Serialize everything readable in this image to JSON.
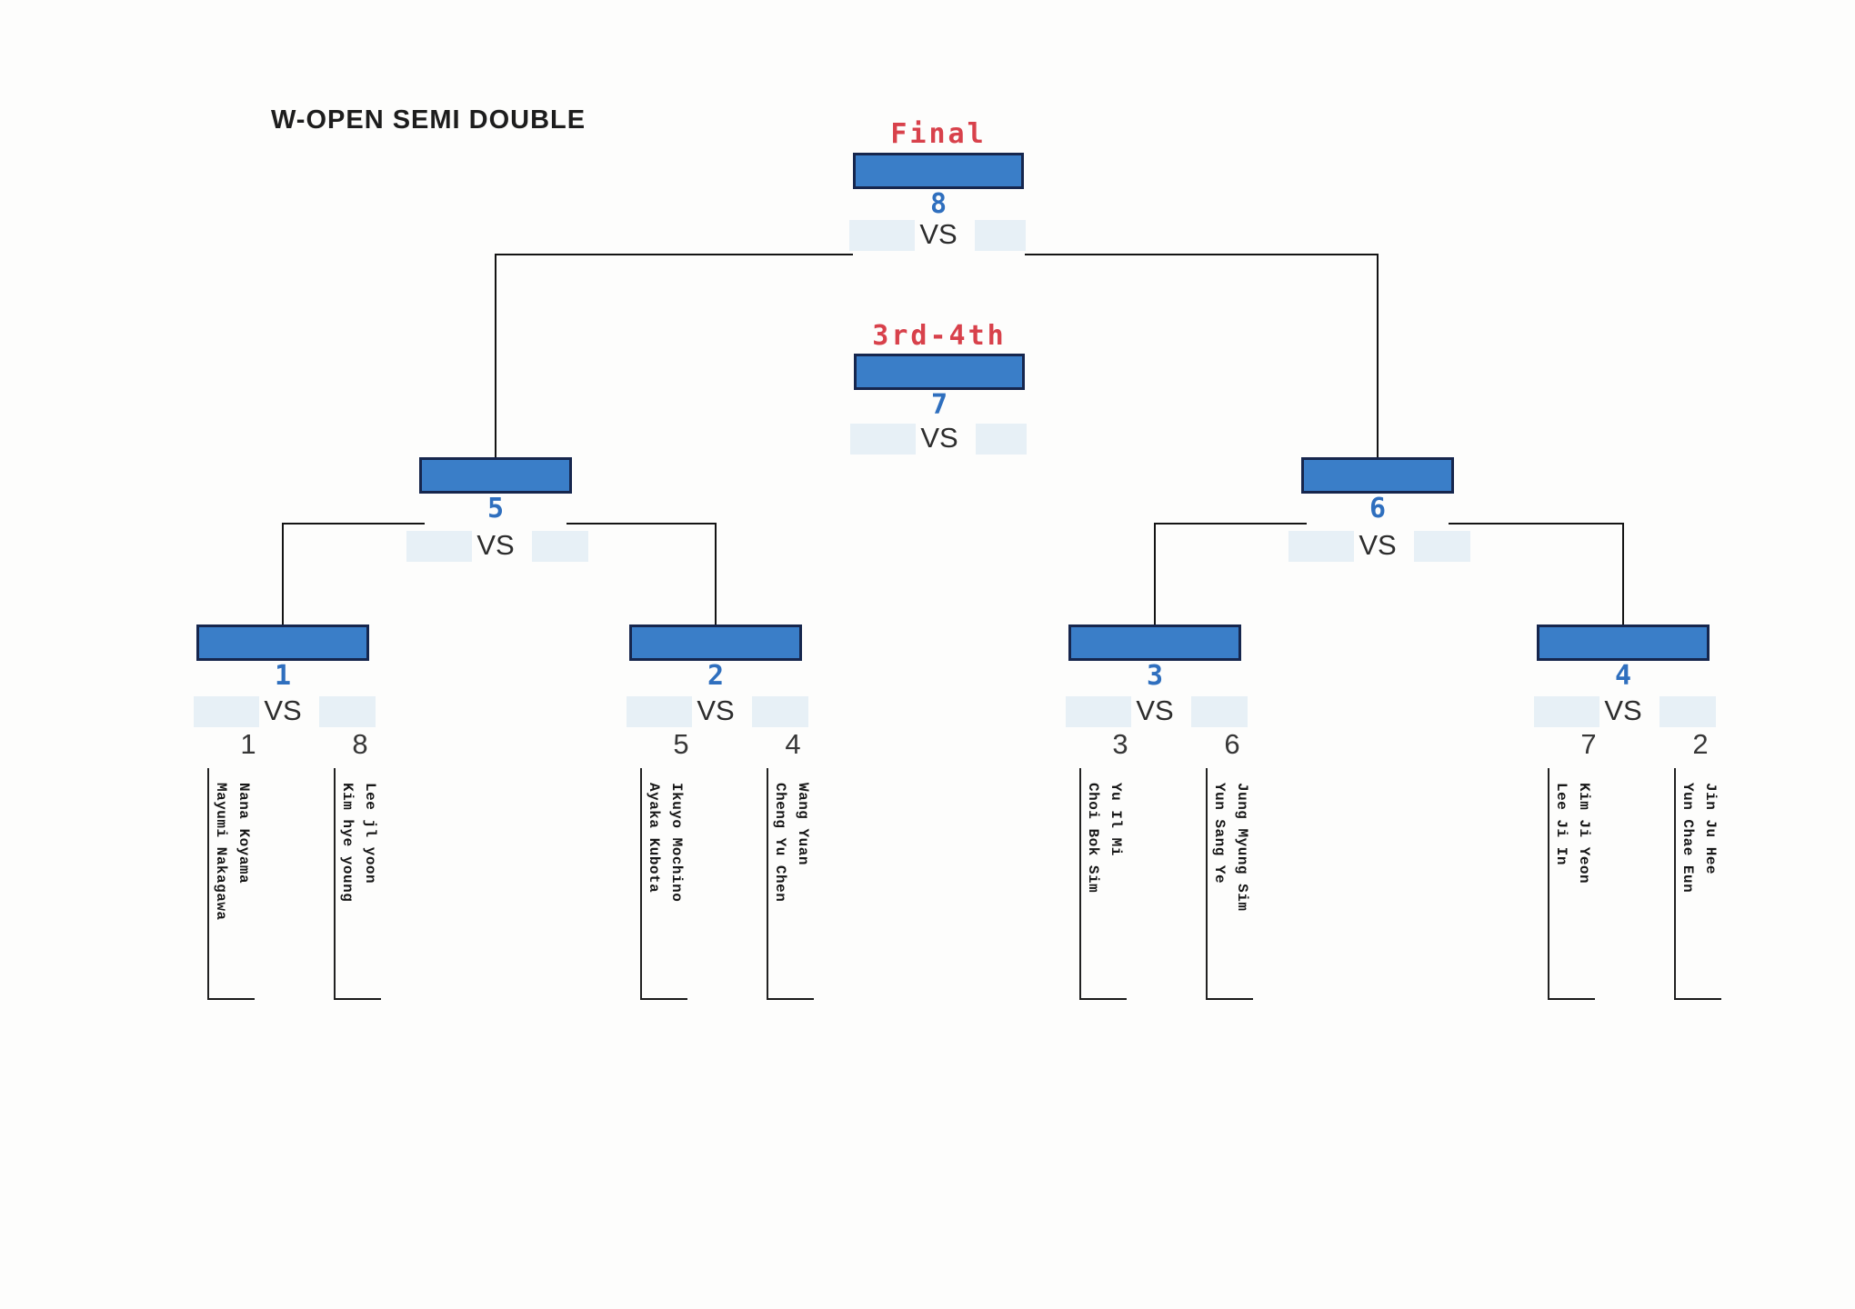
{
  "title": "W-OPEN SEMI DOUBLE",
  "labels": {
    "final": "Final",
    "third_fourth": "3rd-4th",
    "vs": "VS"
  },
  "colors": {
    "bar_fill": "#3a7ec8",
    "bar_border": "#16264d",
    "accent_red": "#d8414b",
    "number_blue": "#2f6fbe",
    "light_box": "#e7f0f6",
    "line": "#141414"
  },
  "matches": {
    "final": {
      "number": "8"
    },
    "third_fourth": {
      "number": "7"
    },
    "semifinals": [
      {
        "number": "5"
      },
      {
        "number": "6"
      }
    ],
    "quarterfinals": [
      {
        "number": "1",
        "left_seed": "1",
        "right_seed": "8",
        "left_pair": [
          "Nana Koyama",
          "Mayumi Nakagawa"
        ],
        "right_pair": [
          "Lee jl yoon",
          "Kim hye young"
        ]
      },
      {
        "number": "2",
        "left_seed": "5",
        "right_seed": "4",
        "left_pair": [
          "Ikuyo Mochino",
          "Ayaka Kubota"
        ],
        "right_pair": [
          "Wang Yuan",
          "Cheng Yu Chen"
        ]
      },
      {
        "number": "3",
        "left_seed": "3",
        "right_seed": "6",
        "left_pair": [
          "Yu Il Mi",
          "Choi Bok Sim"
        ],
        "right_pair": [
          "Jung Myung Sim",
          "Yun Sang Ye"
        ]
      },
      {
        "number": "4",
        "left_seed": "7",
        "right_seed": "2",
        "left_pair": [
          "Kim Ji Yeon",
          "Lee Ji In"
        ],
        "right_pair": [
          "Jin Ju Hee",
          "Yun Chae Eun"
        ]
      }
    ]
  }
}
